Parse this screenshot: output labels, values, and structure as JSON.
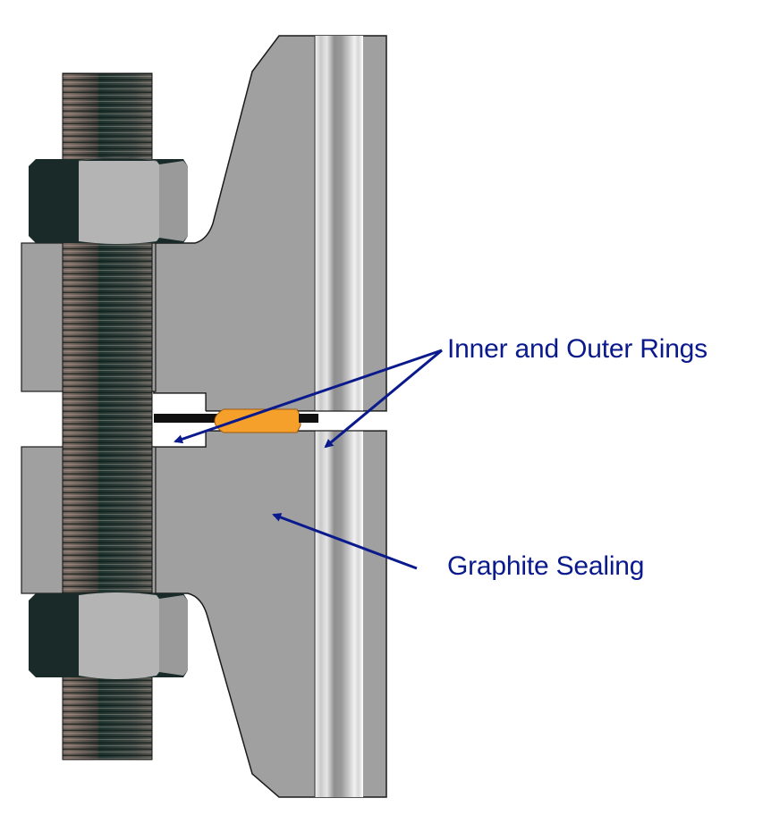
{
  "diagram": {
    "subject": "Bolted flange joint cross-section with gasket",
    "colors": {
      "annotation": "#0a1a8c",
      "flange_body": "#a0a0a0",
      "gasket_core": "#f5a02a",
      "gasket_ring": "#101010",
      "nut_dark_face": "#1a2a28",
      "nut_light_face": "#b4b4b4",
      "nut_side_face": "#9a9a9a",
      "bolt_thread_dark": "#2a3a36",
      "bolt_thread_light": "#8a7a70",
      "bore_highlight": "#e8e8e8",
      "outline": "#1a1a1a"
    },
    "components": [
      {
        "id": "stud-bolt",
        "label": "Stud bolt (threaded)"
      },
      {
        "id": "upper-nut",
        "label": "Hex nut (upper)"
      },
      {
        "id": "lower-nut",
        "label": "Hex nut (lower)"
      },
      {
        "id": "upper-flange",
        "label": "Upper flange"
      },
      {
        "id": "lower-flange",
        "label": "Lower flange"
      },
      {
        "id": "gasket",
        "label": "Spiral wound gasket"
      }
    ],
    "annotations": [
      {
        "id": "inner-outer-rings",
        "text": "Inner and Outer Rings",
        "arrow_count": 2
      },
      {
        "id": "graphite-sealing",
        "text": "Graphite Sealing",
        "arrow_count": 1
      }
    ]
  }
}
